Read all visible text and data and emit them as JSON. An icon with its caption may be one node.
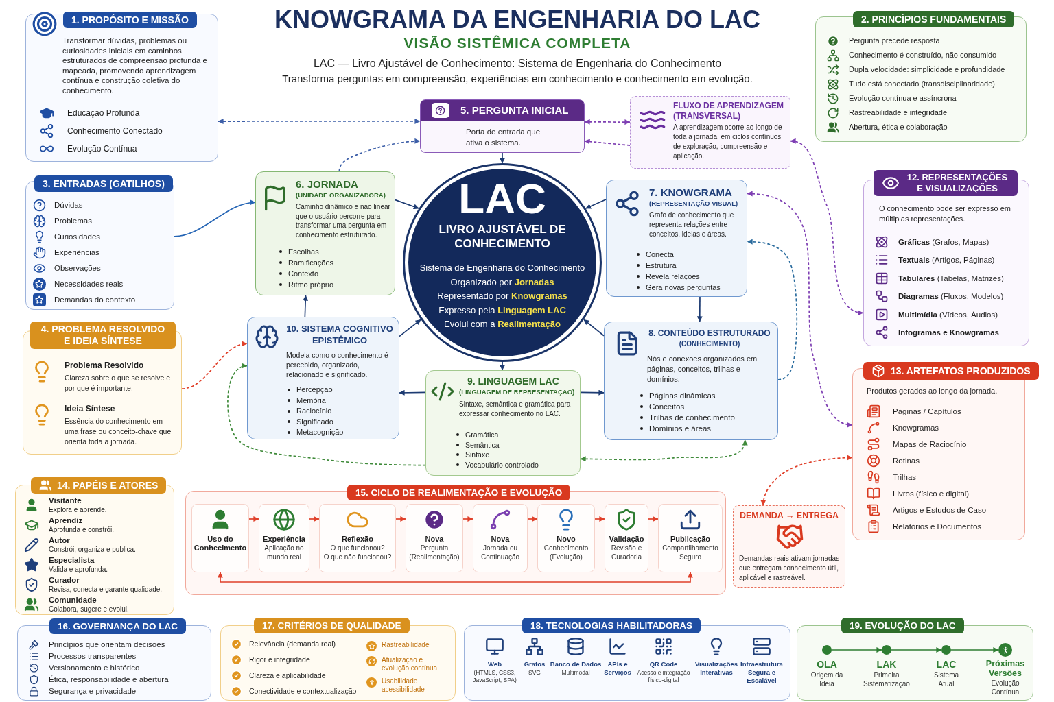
{
  "diagram": {
    "title": "KNOWGRAMA DA ENGENHARIA DO LAC",
    "nodes": [
      {
        "text": [
          "1. PROPÓSITO E MISSÃO",
          "Transformar dúvidas, problemas ou curiosidades iniciais em caminhos estruturados de compreensão profunda e mapeada, promovendo aprendizagem contínua e construção coletiva do conhecimento.",
          "Educação Profunda",
          "Conhecimento Conectado",
          "Evolução Contínua"
        ]
      },
      {
        "text": [
          "2. PRINCÍPIOS FUNDAMENTAIS",
          "Pergunta precede resposta",
          "Conhecimento é construído, não consumido",
          "Dupla velocidade: simplicidade e profundidade",
          "Tudo está conectado (transdisciplinaridade)",
          "Evolução contínua e assíncrona",
          "Rastreabilidade e integridade",
          "Abertura, ética e colaboração"
        ]
      },
      {
        "text": [
          "3. ENTRADAS (GATILHOS)",
          "Dúvidas",
          "Problemas",
          "Curiosidades",
          "Experiências",
          "Observações",
          "Necessidades reais",
          "Demandas do contexto"
        ]
      },
      {
        "text": [
          "5. PERGUNTA INICIAL",
          "Porta de entrada que ativa o sistema."
        ]
      },
      {
        "text": [
          "FLUXO DE APRENDIZAGEM (TRANSVERSAL)",
          "A aprendizagem ocorre ao longo de toda a jornada, em ciclos contínuos de exploração, compreensão e aplicação."
        ]
      },
      {
        "text": [
          "6. JORNADA",
          "(UNIDADE ORGANIZADORA)",
          "Caminho dinâmico e não linear que o usuário percorre para transformar uma pergunta em conhecimento estruturado.",
          "Escolhas",
          "Ramificações",
          "Contexto",
          "Ritmo próprio"
        ]
      },
      {
        "text": [
          "LAC",
          "LIVRO AJUSTÁVEL DE CONHECIMENTO",
          "Sistema de Engenharia do Conhecimento",
          "Organizado por **Jornadas**",
          "Representado por **Knowgramas**",
          "Expresso pela **Linguagem LAC**",
          "Evolui com a **Realimentação**"
        ]
      },
      {
        "text": [
          "7. KNOWGRAMA",
          "(REPRESENTAÇÃO VISUAL)",
          "Grafo de conhecimento que representa relações entre conceitos, ideias e áreas.",
          "Conecta",
          "Estrutura",
          "Revela relações",
          "Gera novas perguntas"
        ]
      },
      {
        "text": [
          "12. REPRESENTAÇÕES E VISUALIZAÇÕES",
          "O conhecimento pode ser expresso em múltiplas representações.",
          "**Gráficas** (Grafos, Mapas)",
          "**Textuais** (Artigos, Páginas)",
          "**Tabulares** (Tabelas, Matrizes)",
          "**Diagramas** (Fluxos, Modelos)",
          "**Multimídia** (Vídeos, Áudios)",
          "Infogramas e Knowgramas"
        ]
      },
      {
        "text": [
          "4. PROBLEMA RESOLVIDO E IDEIA SÍNTESE",
          "Problema Resolvido",
          "Clareza sobre o que se resolve e por que é importante.",
          "Ideia Síntese",
          "Essência do conhecimento em uma frase ou conceito-chave que orienta toda a jornada."
        ]
      },
      {
        "text": [
          "10. SISTEMA COGNITIVO EPISTÊMICO",
          "Modela como o conhecimento é percebido, organizado, relacionado e significado.",
          "Percepção",
          "Memória",
          "Raciocínio",
          "Significado",
          "Metacognição"
        ]
      },
      {
        "text": [
          "8. CONTEÚDO ESTRUTURADO",
          "(CONHECIMENTO)",
          "Nós e conexões organizados em páginas, conceitos, trilhas e domínios.",
          "Páginas dinâmicas",
          "Conceitos",
          "Trilhas de conhecimento",
          "Domínios e áreas"
        ]
      },
      {
        "text": [
          "9. LINGUAGEM LAC",
          "(LINGUAGEM DE REPRESENTAÇÃO)",
          "Sintaxe, semântica e gramática para expressar conhecimento no LAC.",
          "Gramática",
          "Semântica",
          "Sintaxe",
          "Vocabulário controlado"
        ]
      },
      {
        "text": [
          "13. ARTEFATOS PRODUZIDOS",
          "Produtos gerados ao longo da jornada.",
          "Páginas / Capítulos",
          "Knowgramas",
          "Mapas de Raciocínio",
          "Rotinas",
          "Trilhas",
          "Livros (físico e digital)",
          "Artigos e Estudos de Caso",
          "Relatórios e Documentos"
        ]
      },
      {
        "text": [
          "14. PAPÉIS E ATORES",
          "Visitante",
          "Explora e aprende.",
          "Aprendiz",
          "Aprofunda e constrói.",
          "Autor",
          "Constrói, organiza e publica.",
          "Especialista",
          "Valida e aprofunda.",
          "Curador",
          "Revisa, conecta e garante qualidade.",
          "Comunidade",
          "Colabora, sugere e evolui."
        ]
      },
      {
        "text": [
          "15. CICLO DE REALIMENTAÇÃO E EVOLUÇÃO"
        ]
      },
      {
        "text": [
          "Uso do Conhecimento"
        ],
        "in": 15
      },
      {
        "text": [
          "Experiência",
          "Aplicação no mundo real"
        ],
        "in": 15
      },
      {
        "text": [
          "Reflexão",
          "O que funcionou?",
          "O que não funcionou?"
        ],
        "in": 15
      },
      {
        "text": [
          "Nova",
          "Pergunta (Realimentação)"
        ],
        "in": 15
      },
      {
        "text": [
          "Nova",
          "Jornada ou Continuação"
        ],
        "in": 15
      },
      {
        "text": [
          "Novo",
          "Conhecimento (Evolução)"
        ],
        "in": 15
      },
      {
        "text": [
          "Validação",
          "Revisão e Curadoria"
        ],
        "in": 15
      },
      {
        "text": [
          "Publicação",
          "Compartilhamento Seguro"
        ],
        "in": 15
      },
      {
        "text": [
          "DEMANDA → ENTREGA",
          "Demandas reais ativam jornadas que entregam conhecimento útil, aplicável e rastreável."
        ]
      },
      {
        "text": [
          "16. GOVERNANÇA DO LAC",
          "Princípios que orientam decisões",
          "Processos transparentes",
          "Versionamento e histórico",
          "Ética, responsabilidade e abertura",
          "Segurança e privacidade"
        ]
      },
      {
        "text": [
          "17. CRITÉRIOS DE QUALIDADE",
          "Relevância (demanda real)",
          "Rigor e integridade",
          "Clareza e aplicabilidade",
          "Conectividade e contextualização",
          "Rastreabilidade",
          "Atualização e evolução contínua",
          "Usabilidade acessibilidade"
        ]
      },
      {
        "text": [
          "18. TECNOLOGIAS HABILITADORAS",
          "Web",
          "(HTMLS, CSS3, JavaScript, SPA)",
          "Grafos",
          "SVG",
          "Banco de Dados",
          "Multimodal",
          "APIs e Serviços",
          "QR Code",
          "Acesso e integração físico-digital",
          "Visualizações Interativas",
          "Infraestrutura Segura e Escalável"
        ]
      },
      {
        "text": [
          "19. EVOLUÇÃO DO LAC"
        ]
      },
      {
        "text": [],
        "shape": "circle",
        "in": 28,
        "beside": [
          "OLA",
          "Origem da Ideia"
        ]
      },
      {
        "text": [],
        "shape": "circle",
        "in": 28,
        "beside": [
          "LAK",
          "Primeira Sistematização"
        ]
      },
      {
        "text": [],
        "shape": "circle",
        "in": 28,
        "beside": [
          "LAC",
          "Sistema Atual"
        ]
      },
      {
        "text": [],
        "shape": "circle",
        "in": 28,
        "beside": [
          "Próximas Versões",
          "Evolução Contínua"
        ]
      }
    ],
    "edges": [
      {
        "from": 0,
        "to": 3,
        "arrow": "both",
        "style": "dashed",
        "color": "#3d5fa8"
      },
      {
        "from": 5,
        "to": 3,
        "arrow": "to",
        "style": "dashed",
        "color": "#3d5fa8"
      },
      {
        "from": 4,
        "to": 3,
        "arrow": "both",
        "style": "dashed",
        "color": "#7e3fb3"
      },
      {
        "from": 4,
        "to": 3,
        "arrow": "to",
        "style": "dashed",
        "color": "#7e3fb3"
      },
      {
        "from": 3,
        "to": 6,
        "arrow": "to"
      },
      {
        "from": 2,
        "to": 5,
        "arrow": "to",
        "color": "#2565b5"
      },
      {
        "from": 5,
        "to": 6,
        "arrow": "to"
      },
      {
        "from": 7,
        "to": 6,
        "arrow": "to"
      },
      {
        "from": 7,
        "to": 11,
        "arrow": "to"
      },
      {
        "from": 6,
        "to": 12,
        "arrow": "to"
      },
      {
        "from": 10,
        "to": 6,
        "arrow": "to"
      },
      {
        "from": 11,
        "to": 6,
        "arrow": "to"
      },
      {
        "from": 10,
        "to": 5,
        "arrow": "to"
      },
      {
        "from": 12,
        "to": 10,
        "arrow": "to"
      },
      {
        "from": 12,
        "to": 11,
        "arrow": "to"
      },
      {
        "from": 9,
        "to": 10,
        "arrow": "to",
        "style": "dashed",
        "color": "#e0402a"
      },
      {
        "from": 12,
        "to": 10,
        "arrow": "to",
        "style": "dashed",
        "color": "#3f8a3a"
      },
      {
        "from": 12,
        "to": 11,
        "arrow": "both",
        "style": "dashed",
        "color": "#3f8a3a"
      },
      {
        "from": 11,
        "to": 7,
        "arrow": "to",
        "style": "dashed",
        "color": "#2b6c9e"
      },
      {
        "from": 4,
        "to": 8,
        "arrow": "both",
        "style": "dashed",
        "color": "#7e3fb3"
      },
      {
        "from": 7,
        "to": 13,
        "arrow": "both",
        "style": "dashed",
        "color": "#7e3fb3"
      },
      {
        "from": 24,
        "to": 13,
        "arrow": "both",
        "style": "dashed",
        "color": "#e0402a"
      },
      {
        "from": 16,
        "to": 17,
        "arrow": "to",
        "color": "#e0402a"
      },
      {
        "from": 17,
        "to": 18,
        "arrow": "to",
        "color": "#e0402a"
      },
      {
        "from": 18,
        "to": 19,
        "arrow": "to",
        "color": "#e0402a"
      },
      {
        "from": 19,
        "to": 20,
        "arrow": "to",
        "color": "#e0402a"
      },
      {
        "from": 20,
        "to": 21,
        "arrow": "to",
        "color": "#e0402a"
      },
      {
        "from": 21,
        "to": 22,
        "arrow": "to",
        "color": "#e0402a"
      },
      {
        "from": 22,
        "to": 23,
        "arrow": "to",
        "color": "#e0402a"
      },
      {
        "from": 23,
        "to": 16,
        "arrow": "both",
        "color": "#e0402a"
      },
      {
        "from": 29,
        "to": 30,
        "arrow": "to",
        "color": "#2e7d32"
      },
      {
        "from": 30,
        "to": 31,
        "arrow": "to",
        "color": "#2e7d32"
      },
      {
        "from": 31,
        "to": 32,
        "arrow": "to",
        "color": "#2e7d32"
      }
    ],
    "labels": [
      "VISÃO SISTÊMICA COMPLETA",
      "LAC — Livro Ajustável de Conhecimento: Sistema de Engenharia do Conhecimento",
      "Transforma perguntas em compreensão, experiências em conhecimento e conhecimento em evolução."
    ]
  }
}
